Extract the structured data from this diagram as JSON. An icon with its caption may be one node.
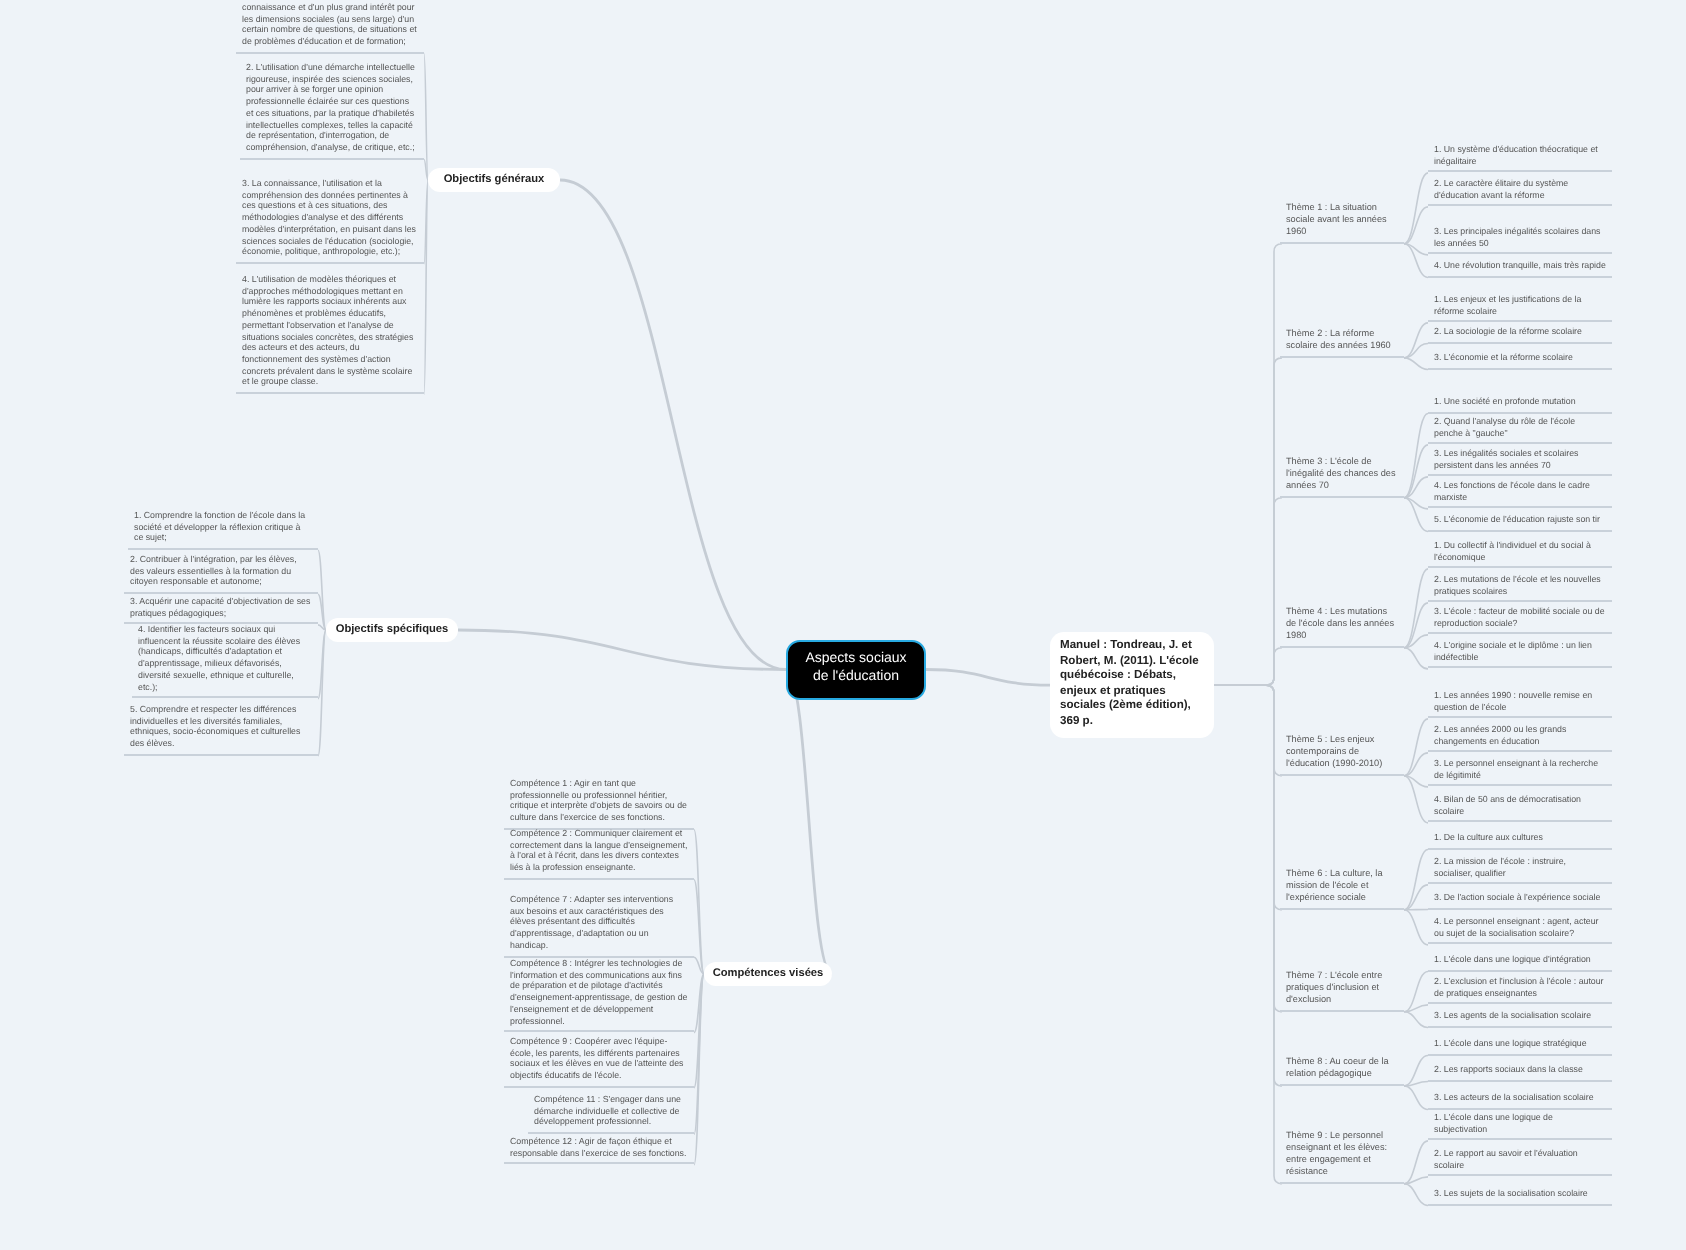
{
  "diagram": {
    "nodes": [
      {
        "text": [
          "Aspects sociaux de l'éducation"
        ]
      },
      {
        "text": [
          "Objectifs généraux"
        ]
      },
      {
        "text": [
          "connaissance et d'un plus grand intérêt pour les dimensions sociales (au sens large) d'un certain nombre de questions, de situations et de problèmes d'éducation et de formation;"
        ]
      },
      {
        "text": [
          "2. L'utilisation d'une démarche intellectuelle rigoureuse, inspirée des sciences sociales, pour arriver à se forger une opinion professionnelle éclairée sur ces questions et ces situations, par la pratique d'habiletés intellectuelles complexes, telles la capacité de représentation, d'interrogation, de compréhension, d'analyse, de critique, etc.;"
        ]
      },
      {
        "text": [
          "3. La connaissance, l'utilisation et la compréhension des données pertinentes à ces questions et à ces situations, des méthodologies d'analyse et des différents modèles d'interprétation, en puisant dans les sciences sociales de l'éducation (sociologie, économie, politique, anthropologie, etc.);"
        ]
      },
      {
        "text": [
          "4. L'utilisation de modèles théoriques et d'approches méthodologiques mettant en lumière les rapports sociaux inhérents aux phénomènes et problèmes éducatifs, permettant l'observation et l'analyse de situations sociales concrètes, des stratégies des acteurs et des acteurs, du fonctionnement des systèmes d'action concrets prévalent dans le système scolaire et le groupe classe."
        ]
      },
      {
        "text": [
          "Objectifs spécifiques"
        ]
      },
      {
        "text": [
          "1. Comprendre la fonction de l'école dans la société et développer la réflexion critique à ce sujet;"
        ]
      },
      {
        "text": [
          "2. Contribuer à l'intégration, par les élèves, des valeurs essentielles à la formation du citoyen responsable et autonome;"
        ]
      },
      {
        "text": [
          "3. Acquérir une capacité d'objectivation de ses pratiques pédagogiques;"
        ]
      },
      {
        "text": [
          "4. Identifier les facteurs sociaux qui influencent la réussite scolaire des élèves (handicaps, difficultés d'adaptation et d'apprentissage, milieux défavorisés, diversité sexuelle, ethnique et culturelle, etc.);"
        ]
      },
      {
        "text": [
          "5. Comprendre et respecter les différences individuelles et les diversités familiales, ethniques, socio-économiques et culturelles des élèves."
        ]
      },
      {
        "text": [
          "Compétences visées"
        ]
      },
      {
        "text": [
          "Compétence 1 : Agir en tant que professionnelle ou professionnel héritier, critique et interprète d'objets de savoirs ou de culture dans l'exercice de ses fonctions."
        ]
      },
      {
        "text": [
          "Compétence 2 : Communiquer clairement et correctement dans la langue d'enseignement, à l'oral et à l'écrit, dans les divers contextes liés à la profession enseignante."
        ]
      },
      {
        "text": [
          "Compétence 7 : Adapter ses interventions aux besoins et aux caractéristiques des élèves présentant des difficultés d'apprentissage, d'adaptation ou un handicap."
        ]
      },
      {
        "text": [
          "Compétence 8 : Intégrer les technologies de l'information et des communications aux fins de préparation et de pilotage d'activités d'enseignement-apprentissage, de gestion de l'enseignement et de développement professionnel."
        ]
      },
      {
        "text": [
          "Compétence 9 : Coopérer avec l'équipe-école, les parents, les différents partenaires sociaux et les élèves en vue de l'atteinte des objectifs éducatifs de l'école."
        ]
      },
      {
        "text": [
          "Compétence 11 : S'engager dans une démarche individuelle et collective de développement professionnel."
        ]
      },
      {
        "text": [
          "Compétence 12 : Agir de façon éthique et responsable dans l'exercice de ses fonctions."
        ]
      },
      {
        "text": [
          "Manuel : Tondreau, J. et Robert, M. (2011). L'école québécoise : Débats, enjeux et pratiques sociales (2ème édition), 369 p."
        ]
      },
      {
        "text": [
          "Thème 1 : La situation sociale avant les années 1960"
        ]
      },
      {
        "text": [
          "1. Un système d'éducation théocratique et inégalitaire"
        ]
      },
      {
        "text": [
          "2. Le caractère élitaire du système d'éducation avant la réforme"
        ]
      },
      {
        "text": [
          "3. Les principales inégalités scolaires dans les années 50"
        ]
      },
      {
        "text": [
          "4. Une révolution tranquille, mais très rapide"
        ]
      },
      {
        "text": [
          "Thème 2 : La réforme scolaire des années 1960"
        ]
      },
      {
        "text": [
          "1. Les enjeux et les justifications de la réforme scolaire"
        ]
      },
      {
        "text": [
          "2. La sociologie de la réforme scolaire"
        ]
      },
      {
        "text": [
          "3. L'économie et la réforme scolaire"
        ]
      },
      {
        "text": [
          "Thème 3 : L'école de l'inégalité des chances des années 70"
        ]
      },
      {
        "text": [
          "1. Une société en profonde mutation"
        ]
      },
      {
        "text": [
          "2. Quand l'analyse du rôle de l'école penche à \"gauche\""
        ]
      },
      {
        "text": [
          "3. Les inégalités sociales et scolaires persistent dans les années 70"
        ]
      },
      {
        "text": [
          "4. Les fonctions de l'école dans le cadre marxiste"
        ]
      },
      {
        "text": [
          "5. L'économie de l'éducation rajuste son tir"
        ]
      },
      {
        "text": [
          "Thème 4 : Les mutations de l'école dans les années 1980"
        ]
      },
      {
        "text": [
          "1. Du collectif à l'individuel et du social à l'économique"
        ]
      },
      {
        "text": [
          "2. Les mutations de l'école et les nouvelles pratiques scolaires"
        ]
      },
      {
        "text": [
          "3. L'école : facteur de mobilité sociale ou de reproduction sociale?"
        ]
      },
      {
        "text": [
          "4. L'origine sociale et le diplôme : un lien indéfectible"
        ]
      },
      {
        "text": [
          "Thème 5 : Les enjeux contemporains de l'éducation (1990-2010)"
        ]
      },
      {
        "text": [
          "1. Les années 1990 : nouvelle remise en question de l'école"
        ]
      },
      {
        "text": [
          "2. Les années 2000 ou les grands changements en éducation"
        ]
      },
      {
        "text": [
          "3. Le personnel enseignant à la recherche de légitimité"
        ]
      },
      {
        "text": [
          "4. Bilan de 50 ans de démocratisation scolaire"
        ]
      },
      {
        "text": [
          "Thème 6 : La culture, la mission de l'école et l'expérience sociale"
        ]
      },
      {
        "text": [
          "1. De la culture aux cultures"
        ]
      },
      {
        "text": [
          "2. La mission de l'école : instruire, socialiser, qualifier"
        ]
      },
      {
        "text": [
          "3. De l'action sociale à l'expérience sociale"
        ]
      },
      {
        "text": [
          "4. Le personnel enseignant : agent, acteur ou sujet de la socialisation scolaire?"
        ]
      },
      {
        "text": [
          "Thème 7 : L'école entre pratiques d'inclusion et d'exclusion"
        ]
      },
      {
        "text": [
          "1. L'école dans une logique d'intégration"
        ]
      },
      {
        "text": [
          "2. L'exclusion et l'inclusion à l'école : autour de pratiques enseignantes"
        ]
      },
      {
        "text": [
          "3. Les agents de la socialisation scolaire"
        ]
      },
      {
        "text": [
          "Thème 8 : Au coeur de la relation pédagogique"
        ]
      },
      {
        "text": [
          "1. L'école dans une logique stratégique"
        ]
      },
      {
        "text": [
          "2. Les rapports sociaux dans la classe"
        ]
      },
      {
        "text": [
          "3. Les acteurs de la socialisation scolaire"
        ]
      },
      {
        "text": [
          "Thème 9 : Le personnel enseignant et les élèves: entre engagement et résistance"
        ]
      },
      {
        "text": [
          "1. L'école dans une logique de subjectivation"
        ]
      },
      {
        "text": [
          "2. Le rapport au savoir et l'évaluation scolaire"
        ]
      },
      {
        "text": [
          "3. Les sujets de la socialisation scolaire"
        ]
      }
    ],
    "edges": [
      {
        "from": 0,
        "to": 1,
        "arrow": "none"
      },
      {
        "from": 0,
        "to": 6,
        "arrow": "none"
      },
      {
        "from": 0,
        "to": 12,
        "arrow": "none"
      },
      {
        "from": 0,
        "to": 20,
        "arrow": "none"
      },
      {
        "from": 1,
        "to": 2,
        "arrow": "none"
      },
      {
        "from": 1,
        "to": 3,
        "arrow": "none"
      },
      {
        "from": 1,
        "to": 4,
        "arrow": "none"
      },
      {
        "from": 1,
        "to": 5,
        "arrow": "none"
      },
      {
        "from": 6,
        "to": 7,
        "arrow": "none"
      },
      {
        "from": 6,
        "to": 8,
        "arrow": "none"
      },
      {
        "from": 6,
        "to": 9,
        "arrow": "none"
      },
      {
        "from": 6,
        "to": 10,
        "arrow": "none"
      },
      {
        "from": 6,
        "to": 11,
        "arrow": "none"
      },
      {
        "from": 12,
        "to": 13,
        "arrow": "none"
      },
      {
        "from": 12,
        "to": 14,
        "arrow": "none"
      },
      {
        "from": 12,
        "to": 15,
        "arrow": "none"
      },
      {
        "from": 12,
        "to": 16,
        "arrow": "none"
      },
      {
        "from": 12,
        "to": 17,
        "arrow": "none"
      },
      {
        "from": 12,
        "to": 18,
        "arrow": "none"
      },
      {
        "from": 12,
        "to": 19,
        "arrow": "none"
      },
      {
        "from": 20,
        "to": 21,
        "arrow": "none"
      },
      {
        "from": 20,
        "to": 26,
        "arrow": "none"
      },
      {
        "from": 20,
        "to": 30,
        "arrow": "none"
      },
      {
        "from": 20,
        "to": 36,
        "arrow": "none"
      },
      {
        "from": 20,
        "to": 41,
        "arrow": "none"
      },
      {
        "from": 20,
        "to": 46,
        "arrow": "none"
      },
      {
        "from": 20,
        "to": 51,
        "arrow": "none"
      },
      {
        "from": 20,
        "to": 55,
        "arrow": "none"
      },
      {
        "from": 20,
        "to": 59,
        "arrow": "none"
      },
      {
        "from": 21,
        "to": 22,
        "arrow": "none"
      },
      {
        "from": 21,
        "to": 23,
        "arrow": "none"
      },
      {
        "from": 21,
        "to": 24,
        "arrow": "none"
      },
      {
        "from": 21,
        "to": 25,
        "arrow": "none"
      },
      {
        "from": 26,
        "to": 27,
        "arrow": "none"
      },
      {
        "from": 26,
        "to": 28,
        "arrow": "none"
      },
      {
        "from": 26,
        "to": 29,
        "arrow": "none"
      },
      {
        "from": 30,
        "to": 31,
        "arrow": "none"
      },
      {
        "from": 30,
        "to": 32,
        "arrow": "none"
      },
      {
        "from": 30,
        "to": 33,
        "arrow": "none"
      },
      {
        "from": 30,
        "to": 34,
        "arrow": "none"
      },
      {
        "from": 30,
        "to": 35,
        "arrow": "none"
      },
      {
        "from": 36,
        "to": 37,
        "arrow": "none"
      },
      {
        "from": 36,
        "to": 38,
        "arrow": "none"
      },
      {
        "from": 36,
        "to": 39,
        "arrow": "none"
      },
      {
        "from": 36,
        "to": 40,
        "arrow": "none"
      },
      {
        "from": 41,
        "to": 42,
        "arrow": "none"
      },
      {
        "from": 41,
        "to": 43,
        "arrow": "none"
      },
      {
        "from": 41,
        "to": 44,
        "arrow": "none"
      },
      {
        "from": 41,
        "to": 45,
        "arrow": "none"
      },
      {
        "from": 46,
        "to": 47,
        "arrow": "none"
      },
      {
        "from": 46,
        "to": 48,
        "arrow": "none"
      },
      {
        "from": 46,
        "to": 49,
        "arrow": "none"
      },
      {
        "from": 46,
        "to": 50,
        "arrow": "none"
      },
      {
        "from": 51,
        "to": 52,
        "arrow": "none"
      },
      {
        "from": 51,
        "to": 53,
        "arrow": "none"
      },
      {
        "from": 51,
        "to": 54,
        "arrow": "none"
      },
      {
        "from": 55,
        "to": 56,
        "arrow": "none"
      },
      {
        "from": 55,
        "to": 57,
        "arrow": "none"
      },
      {
        "from": 55,
        "to": 58,
        "arrow": "none"
      },
      {
        "from": 59,
        "to": 60,
        "arrow": "none"
      },
      {
        "from": 59,
        "to": 61,
        "arrow": "none"
      },
      {
        "from": 59,
        "to": 62,
        "arrow": "none"
      }
    ]
  }
}
